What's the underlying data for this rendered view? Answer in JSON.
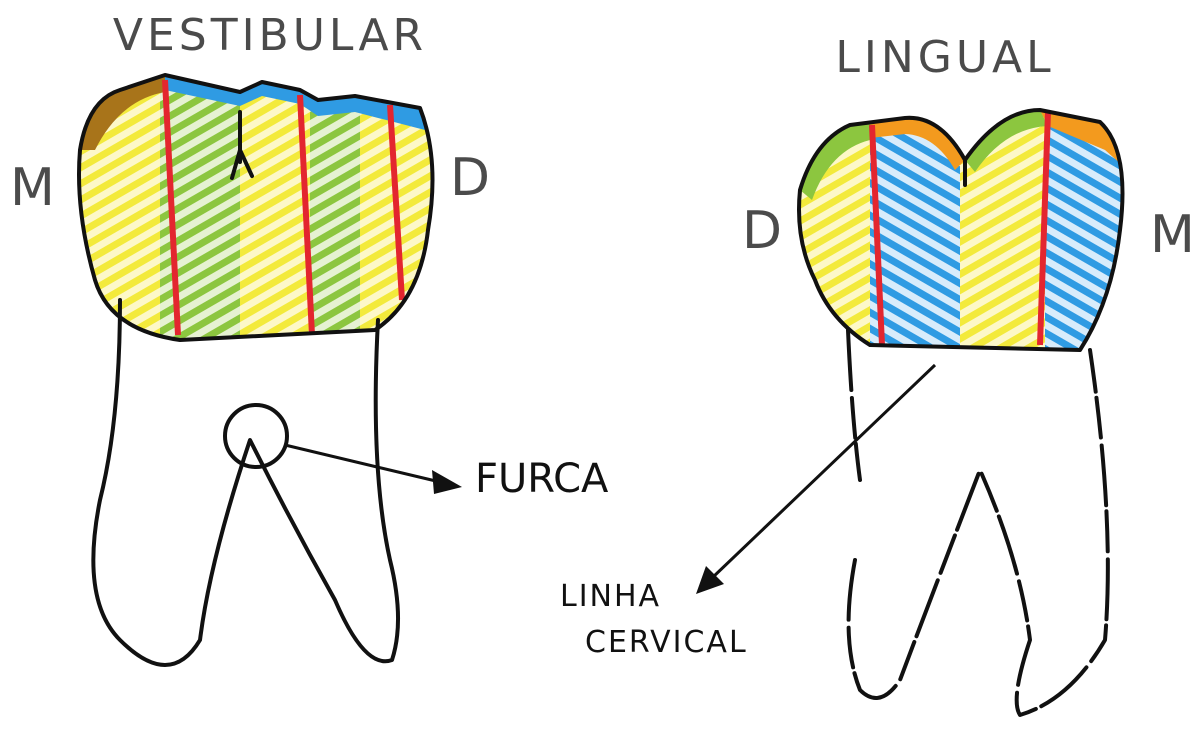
{
  "views": {
    "vestibular": {
      "title": "VESTIBULAR",
      "left_label": "M",
      "right_label": "D"
    },
    "lingual": {
      "title": "LINGUAL",
      "left_label": "D",
      "right_label": "M"
    }
  },
  "annotations": {
    "furca": "FURCA",
    "cervical_line_1": "LINHA",
    "cervical_line_2": "CERVICAL"
  },
  "colors": {
    "yellow": "#f3ea3b",
    "green": "#8cc63f",
    "blue": "#2f9be3",
    "red": "#e3262f",
    "orange": "#f39a1e",
    "brown": "#a8741a",
    "outline": "#111111"
  }
}
